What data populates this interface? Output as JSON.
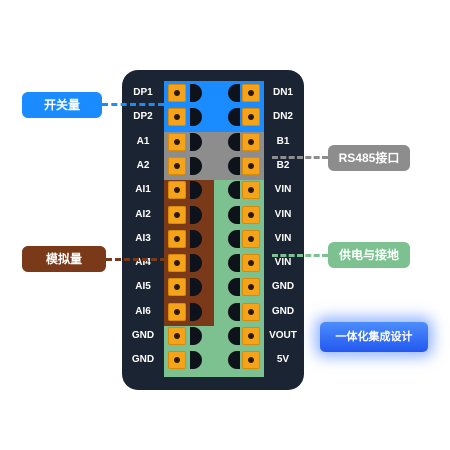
{
  "rows": [
    {
      "left": "DP1",
      "right": "DN1"
    },
    {
      "left": "DP2",
      "right": "DN2"
    },
    {
      "left": "A1",
      "right": "B1"
    },
    {
      "left": "A2",
      "right": "B2"
    },
    {
      "left": "AI1",
      "right": "VIN"
    },
    {
      "left": "AI2",
      "right": "VIN"
    },
    {
      "left": "AI3",
      "right": "VIN"
    },
    {
      "left": "AI4",
      "right": "VIN"
    },
    {
      "left": "AI5",
      "right": "GND"
    },
    {
      "left": "AI6",
      "right": "GND"
    },
    {
      "left": "GND",
      "right": "VOUT"
    },
    {
      "left": "GND",
      "right": "5V"
    }
  ],
  "callouts": {
    "switch": "开关量",
    "analog": "模拟量",
    "rs485": "RS485接口",
    "power": "供电与接地"
  },
  "badge": "一体化集成设计",
  "colors": {
    "switch": "#1a8cff",
    "rs485": "#8d8d8d",
    "analog": "#7a3a1a",
    "power": "#7cc18f",
    "board": "#1b2433",
    "pin": "#f5a31a"
  }
}
